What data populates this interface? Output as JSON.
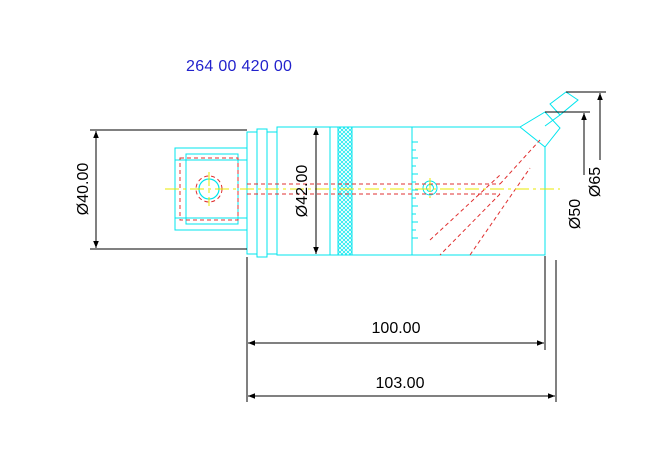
{
  "part_number": "264 00 420 00",
  "dimensions": {
    "shank_dia": "Ø40.00",
    "body_dia": "Ø42.00",
    "bore_dia": "Ø50",
    "outer_dia": "Ø65",
    "length_body": "100.00",
    "length_total": "103.00"
  },
  "colors": {
    "outline": "#00e5ee",
    "hidden": "#e03030",
    "center": "#e8e800",
    "dimension": "#000000",
    "part_number": "#2222cc"
  }
}
